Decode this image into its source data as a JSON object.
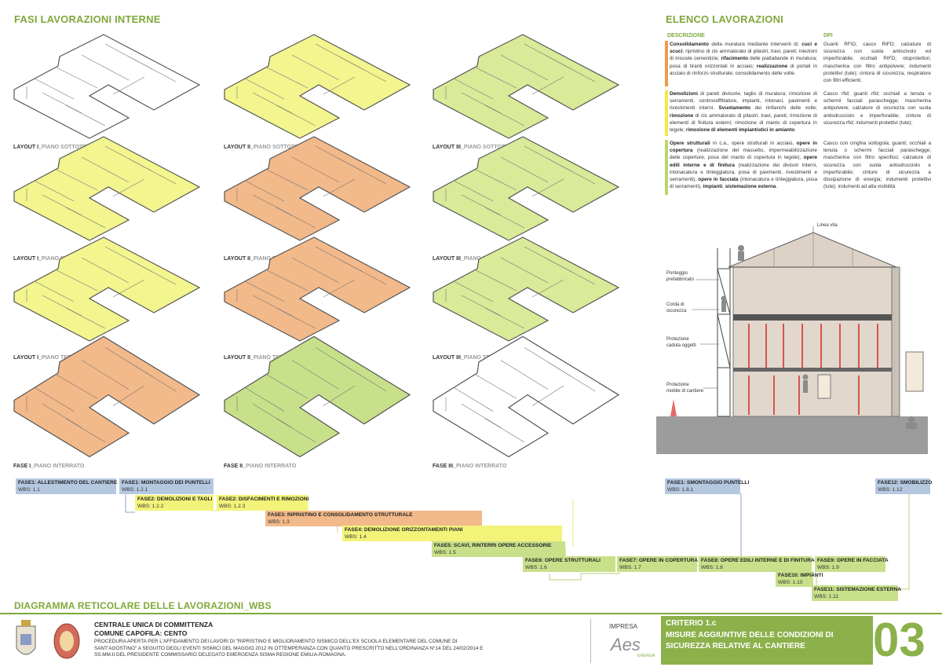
{
  "left_title": "FASI LAVORAZIONI INTERNE",
  "right_title": "ELENCO LAVORAZIONI",
  "plans": [
    {
      "prefix": "LAYOUT I_",
      "suffix": "PIANO SOTTOTETTO",
      "color": "#ffffff"
    },
    {
      "prefix": "LAYOUT II_",
      "suffix": "PIANO SOTTOTETTO",
      "color": "#f3f58e"
    },
    {
      "prefix": "LAYOUT III_",
      "suffix": "PIANO SOTTOTETTO",
      "color": "#d9ea99"
    },
    {
      "prefix": "LAYOUT I_",
      "suffix": "PIANO PRIMO",
      "color": "#f3f58e"
    },
    {
      "prefix": "LAYOUT II_",
      "suffix": "PIANO PRIMO",
      "color": "#f2b98a"
    },
    {
      "prefix": "LAYOUT III_",
      "suffix": "PIANO PRIMO",
      "color": "#d9ea99"
    },
    {
      "prefix": "LAYOUT I_",
      "suffix": "PIANO TERRA",
      "color": "#f3f58e"
    },
    {
      "prefix": "LAYOUT II_",
      "suffix": "PIANO TERRA",
      "color": "#f2b98a"
    },
    {
      "prefix": "LAYOUT III_",
      "suffix": "PIANO TERRA",
      "color": "#d9ea99"
    },
    {
      "prefix": "FASE I_",
      "suffix": "PIANO INTERRATO",
      "color": "#f2b98a"
    },
    {
      "prefix": "FASE II_",
      "suffix": "PIANO INTERRATO",
      "color": "#c8e08a"
    },
    {
      "prefix": "FASE III_",
      "suffix": "PIANO INTERRATO",
      "color": "#ffffff"
    }
  ],
  "list": {
    "col_desc": "DESCRIZIONE",
    "col_dpi": "DPI",
    "rows": [
      {
        "color": "#f29a4a",
        "desc_parts": [
          {
            "b": true,
            "t": "Consolidamento"
          },
          {
            "b": false,
            "t": " della muratura mediante interventi di: "
          },
          {
            "b": true,
            "t": "cuci e scuci"
          },
          {
            "b": false,
            "t": "; ripristino di cls ammalorato di pilastri, travi, pareti; iniezioni di miscele cementizie; "
          },
          {
            "b": true,
            "t": "rifacimento"
          },
          {
            "b": false,
            "t": " delle piattabande in muratura; posa di tiranti orizzontali in acciaio; "
          },
          {
            "b": true,
            "t": "realizzazione"
          },
          {
            "b": false,
            "t": " di portali in acciaio di rinforzo strutturale; consolidamento delle volte."
          }
        ],
        "dpi": "Guanti RFID; casco RIFD; calzature di sicurezza con suola antiscivolo ed imperforabile; occhiali RIFD; otoprotettori, mascherina con filtro antipolvere; indumenti protettivi (tute); cintura di sicurezza; respiratore con filtri efficienti."
      },
      {
        "color": "#f2e84a",
        "desc_parts": [
          {
            "b": true,
            "t": "Demolizioni"
          },
          {
            "b": false,
            "t": " di pareti divisorie, taglio di muratura; rimozione di serramenti, controsoffittature, impianti, intonaci, pavimenti e rivestimenti interni. "
          },
          {
            "b": true,
            "t": "Svuotamento"
          },
          {
            "b": false,
            "t": " dei rinfianchi delle volte; "
          },
          {
            "b": true,
            "t": "rimozione"
          },
          {
            "b": false,
            "t": " di cls ammalorato di pilastri, travi, pareti; rimozione di elementi di finitura esterni; rimozione di manto di copertura in tegole; "
          },
          {
            "b": true,
            "t": "rimozione di elementi impiantistici in amianto"
          },
          {
            "b": false,
            "t": "."
          }
        ],
        "dpi": "Casco rfid; guanti rfid; occhiali a tenuta o schermi facciali paraschegge; mascherina antipolvere; calzature di sicurezza con suola antisdrucciolo e imperforabile; cinture di sicurezza rfid; indumenti protettivi (tute);"
      },
      {
        "color": "#b8d86a",
        "desc_parts": [
          {
            "b": true,
            "t": "Opere strutturali"
          },
          {
            "b": false,
            "t": " in c.a., opere strutturali in acciaio, "
          },
          {
            "b": true,
            "t": "opere in copertura"
          },
          {
            "b": false,
            "t": " (realizzazione del massetto, impermeabilizzazione delle coperture, posa del manto di copertura in tegole), "
          },
          {
            "b": true,
            "t": "opere edili interne e di finitura"
          },
          {
            "b": false,
            "t": " (realizzazione dei divisori interni, intonacatura e tinteggiatura, posa di pavimenti, rivestimenti e serramenti), "
          },
          {
            "b": true,
            "t": "opere in facciata"
          },
          {
            "b": false,
            "t": " (intonacatura e tinteggiatura, posa di serramenti), "
          },
          {
            "b": true,
            "t": "impianti"
          },
          {
            "b": false,
            "t": ", "
          },
          {
            "b": true,
            "t": "sistemazione esterna"
          },
          {
            "b": false,
            "t": "."
          }
        ],
        "dpi": "Casco con cinghia sottogola; guanti; occhiali a tenuta o schermi facciali paraschegge; mascherina con filtro specifico; calzature di sicurezza con suola antisdrucciolo e imperforabile; cinture di sicurezza a dissipazione di energia; indumenti protettivi (tute); indumenti ad alta visibilità"
      }
    ]
  },
  "section_labels": {
    "linea_vita": "Linea vita",
    "ponteggio": "Ponteggio\nprefabbricato",
    "corda": "Corda di\nsicurezza",
    "protezione_caduta": "Protezione\ncaduta oggetti",
    "protezione_mobile": "Protezione\nmobile di cantiere"
  },
  "wbs_title": "DIAGRAMMA RETICOLARE DELLE LAVORAZIONI_WBS",
  "wbs": [
    {
      "title": "FASE1: ALLESTIMENTO DEL CANTIERE",
      "code": "WBS: 1.1",
      "color": "#b6c8e0"
    },
    {
      "title": "FASE1: MONTAGGIO DEI PUNTELLI",
      "code": "WBS: 1.2.1",
      "color": "#b6c8e0"
    },
    {
      "title": "FASE2: DEMOLIZIONI E TAGLI",
      "code": "WBS: 1.2.2",
      "color": "#f3f37a"
    },
    {
      "title": "FASE2: DISFACIMENTI E RIMOZIONI",
      "code": "WBS: 1.2.3",
      "color": "#f3f37a"
    },
    {
      "title": "FASE3: RIPRISTINO E CONSOLIDAMENTO STRUTTURALE",
      "code": "WBS: 1.3",
      "color": "#f2b98a"
    },
    {
      "title": "FASE4: DEMOLIZIONE ORIZZONTAMENTI PIANI",
      "code": "WBS: 1.4",
      "color": "#f3f37a"
    },
    {
      "title": "FASE5: SCAVI, RINTERRI OPERE ACCESSORIE",
      "code": "WBS: 1.5",
      "color": "#c8e08a"
    },
    {
      "title": "FASE6: OPERE STRUTTURALI",
      "code": "WBS: 1.6",
      "color": "#c8e08a"
    },
    {
      "title": "FASE7: OPERE  IN COPERTURA",
      "code": "WBS: 1.7",
      "color": "#c8e08a"
    },
    {
      "title": "FASE8: OPERE EDILI INTERNE E DI FINITURA",
      "code": "WBS: 1.8",
      "color": "#c8e08a"
    },
    {
      "title": "FASE9: OPERE IN FACCIATA",
      "code": "WBS: 1.9",
      "color": "#c8e08a"
    },
    {
      "title": "FASE10: IMPIANTI",
      "code": "WBS: 1.10",
      "color": "#c8e08a"
    },
    {
      "title": "FASE11: SISTEMAZIONE ESTERNA",
      "code": "WBS: 1.11",
      "color": "#c8e08a"
    },
    {
      "title": "FASE1: SMONTAGGIO PUNTELLI",
      "code": "WBS: 1.8.1",
      "color": "#b6c8e0"
    },
    {
      "title": "FASE12: SMOBILIZZO",
      "code": "WBS: 1.12",
      "color": "#b6c8e0"
    }
  ],
  "footer": {
    "line1": "CENTRALE UNICA DI COMMITTENZA",
    "line2": "COMUNE CAPOFILA: CENTO",
    "body": "PROCEDURA APERTA PER L'AFFIDAMENTO DEI LAVORI DI \"RIPRISTINO E MIGLIORAMENTO SISMICO DELL'EX SCUOLA ELEMENTARE DEL COMUNE DI SANT'AGOSTINO\" A SEGUITO DEGLI EVENTI SISMICI DEL MAGGIO 2012 IN OTTEMPERANZA CON QUANTO PRESCRITTO NELL'ORDINANZA N°14 DEL 24/02/2014 E SS.MM.II DEL PRESIDENTE COMMISSARIO DELEGATO EMERGENZA SISMA REGIONE EMILIA-ROMAGNA.",
    "impresa": "IMPRESA",
    "logo_text": "Aes",
    "logo_sub": "ENERGIA",
    "criterio": "CRITERIO 1.c",
    "criterio_desc": "MISURE AGGIUNTIVE DELLE CONDIZIONI DI SICUREZZA RELATIVE AL CANTIERE",
    "page_num": "03"
  }
}
